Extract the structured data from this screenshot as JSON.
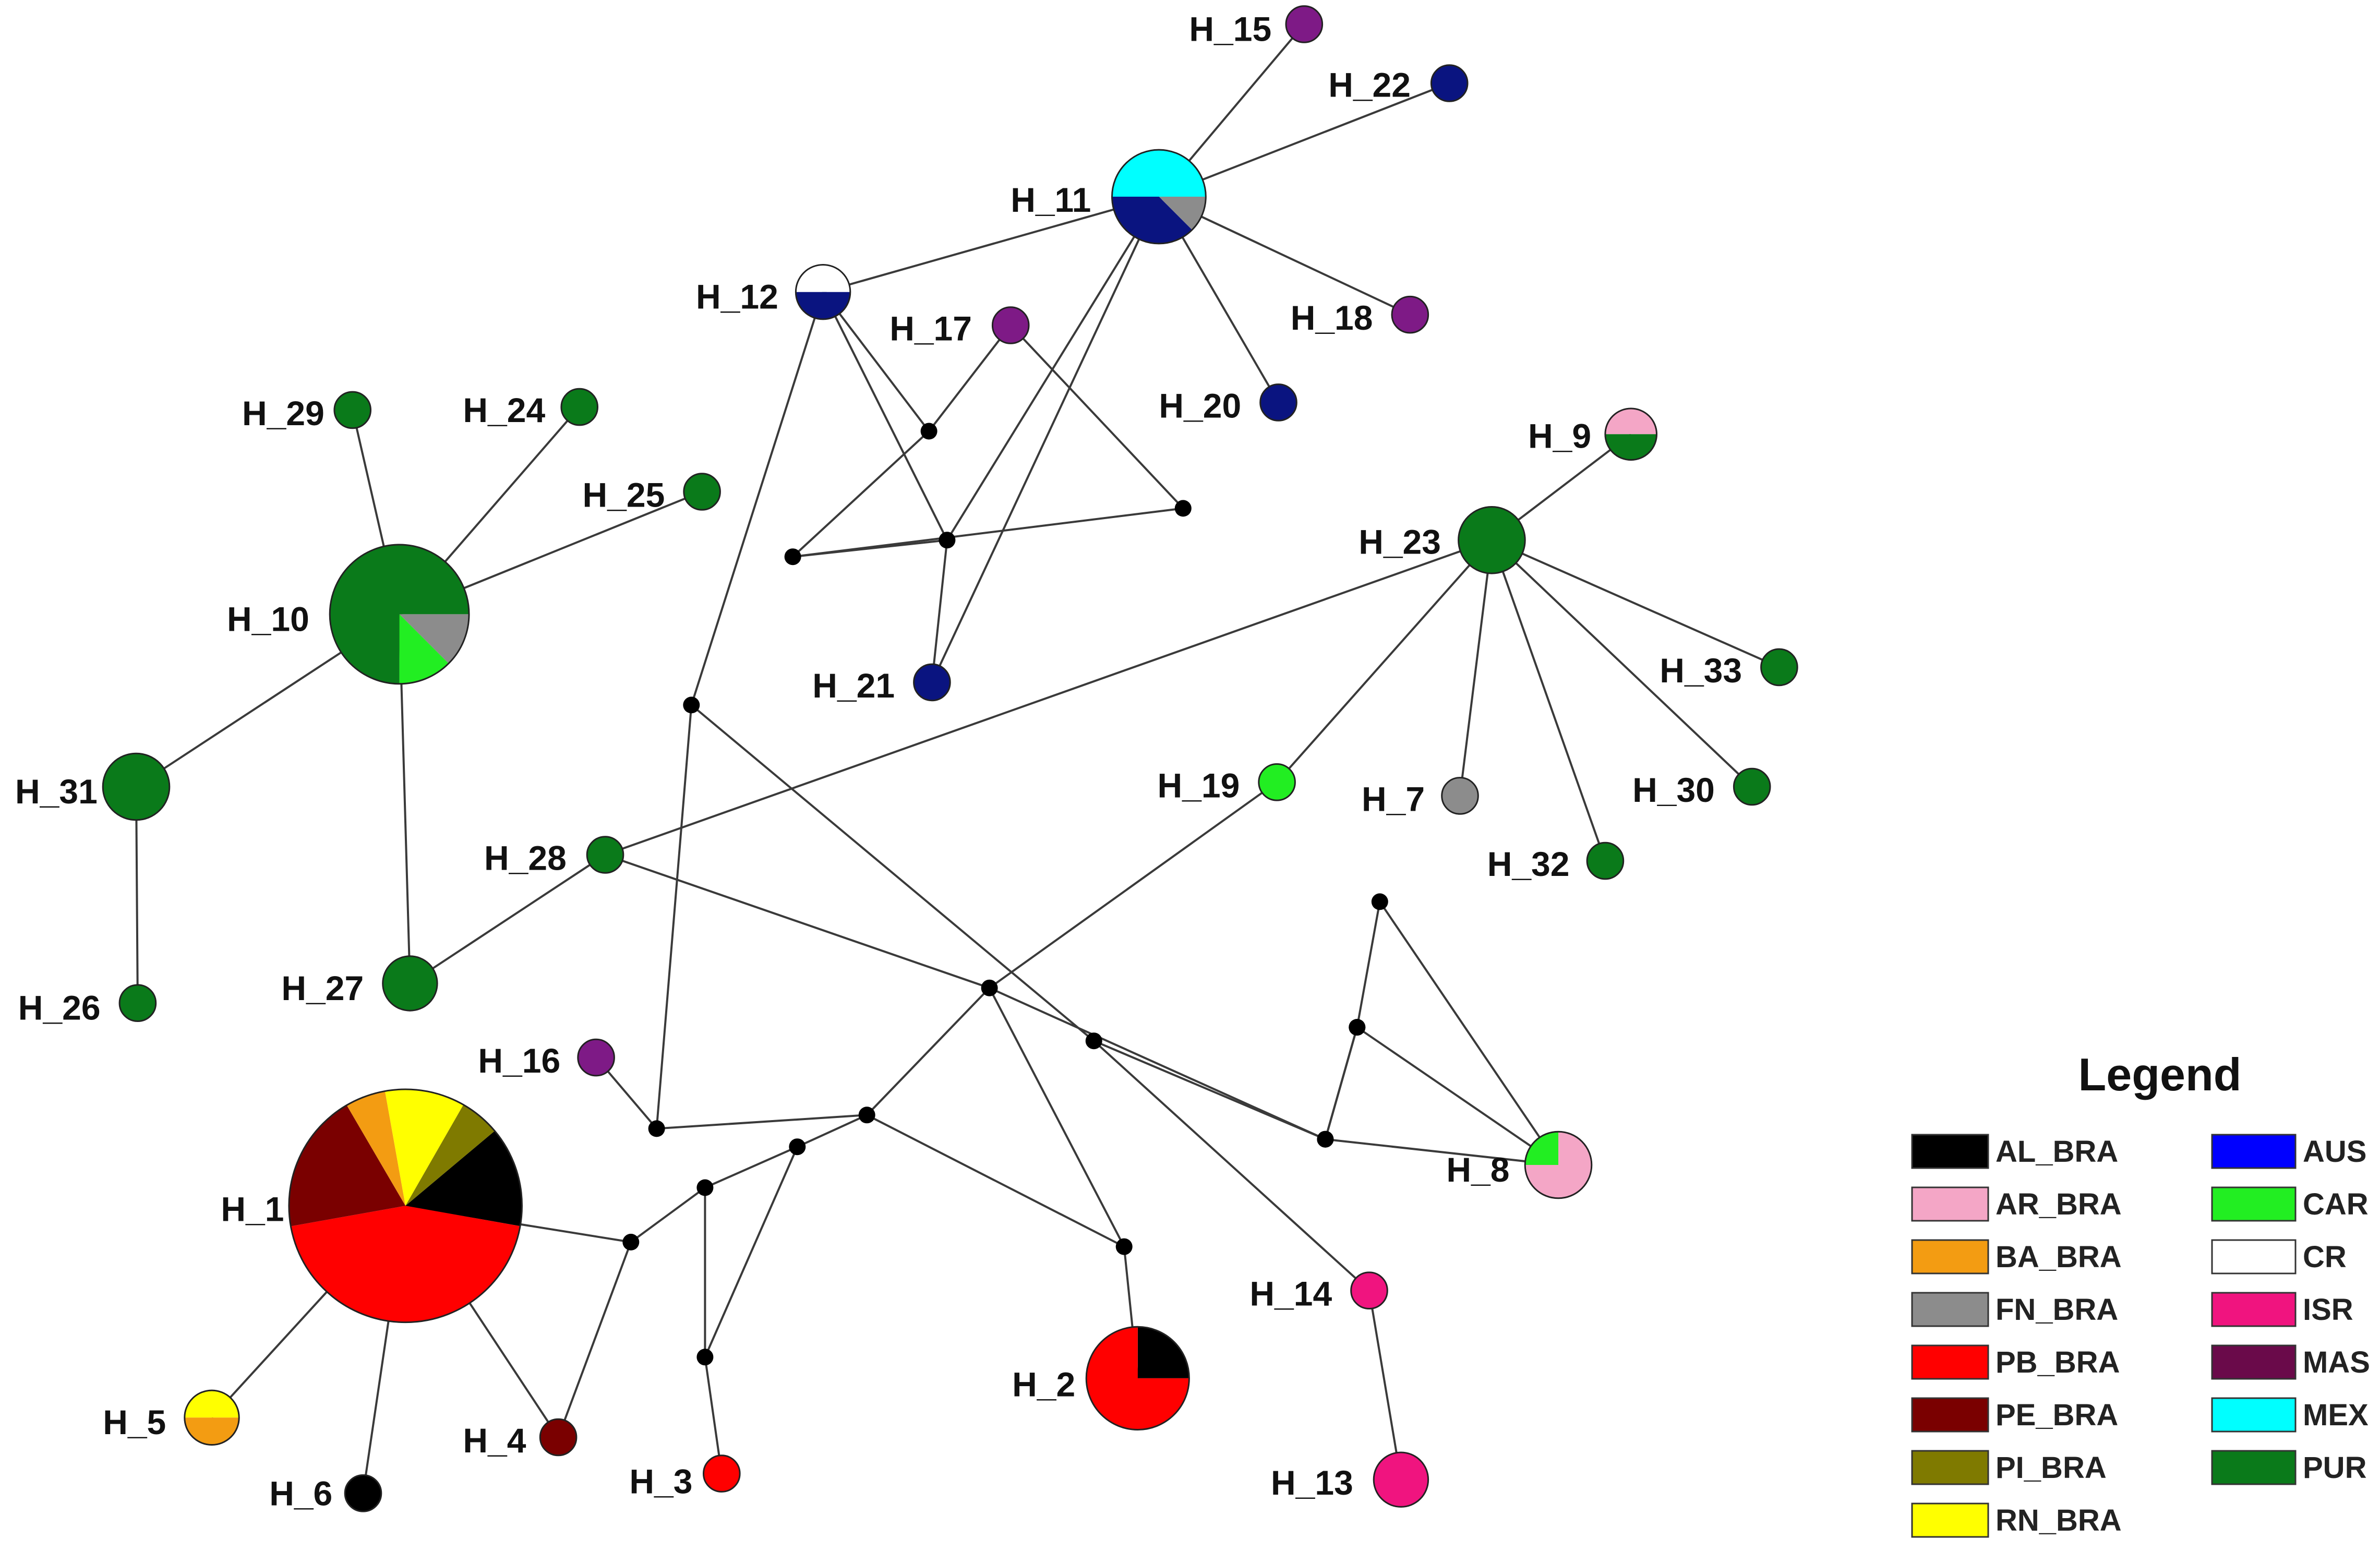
{
  "colors": {
    "AL_BRA": "#000000",
    "AR_BRA": "#f4a6c6",
    "BA_BRA": "#f39c12",
    "FN_BRA": "#8c8c8c",
    "PB_BRA": "#ff0000",
    "PE_BRA": "#7a0000",
    "PI_BRA": "#7f7a00",
    "RN_BRA": "#ffff00",
    "AUS": "#0000ff",
    "CAR": "#22ee22",
    "CR": "#ffffff",
    "ISR": "#f0147f",
    "MAS": "#6a0a4a",
    "MEX": "#00ffff",
    "PUR": "#0a7a1a",
    "H17_purple": "#7e1a86",
    "navy": "#0a1480"
  },
  "legend": {
    "title": "Legend",
    "items": [
      {
        "label": "AL_BRA",
        "color": "#000000"
      },
      {
        "label": "AR_BRA",
        "color": "#f4a6c6"
      },
      {
        "label": "BA_BRA",
        "color": "#f39c12"
      },
      {
        "label": "FN_BRA",
        "color": "#8c8c8c"
      },
      {
        "label": "PB_BRA",
        "color": "#ff0000"
      },
      {
        "label": "PE_BRA",
        "color": "#7a0000"
      },
      {
        "label": "PI_BRA",
        "color": "#7f7a00"
      },
      {
        "label": "RN_BRA",
        "color": "#ffff00"
      },
      {
        "label": "AUS",
        "color": "#0000ff"
      },
      {
        "label": "CAR",
        "color": "#22ee22"
      },
      {
        "label": "CR",
        "color": "#ffffff"
      },
      {
        "label": "ISR",
        "color": "#f0147f"
      },
      {
        "label": "MAS",
        "color": "#6a0a4a"
      },
      {
        "label": "MEX",
        "color": "#00ffff"
      },
      {
        "label": "PUR",
        "color": "#0a7a1a"
      }
    ]
  },
  "haplotypes": [
    {
      "id": "H_1",
      "label": "H_1",
      "slices": [
        {
          "group": "AL_BRA",
          "fraction": 0.139
        },
        {
          "group": "PB_BRA",
          "fraction": 0.444
        },
        {
          "group": "PE_BRA",
          "fraction": 0.194
        },
        {
          "group": "BA_BRA",
          "fraction": 0.056
        },
        {
          "group": "RN_BRA",
          "fraction": 0.111
        },
        {
          "group": "PI_BRA",
          "fraction": 0.056
        }
      ]
    },
    {
      "id": "H_2",
      "label": "H_2",
      "slices": [
        {
          "group": "AL_BRA",
          "fraction": 0.25
        },
        {
          "group": "PB_BRA",
          "fraction": 0.75
        }
      ]
    },
    {
      "id": "H_3",
      "label": "H_3",
      "slices": [
        {
          "group": "PB_BRA",
          "fraction": 1
        }
      ]
    },
    {
      "id": "H_4",
      "label": "H_4",
      "slices": [
        {
          "group": "PE_BRA",
          "fraction": 1
        }
      ]
    },
    {
      "id": "H_5",
      "label": "H_5",
      "slices": [
        {
          "group": "RN_BRA",
          "fraction": 0.5
        },
        {
          "group": "BA_BRA",
          "fraction": 0.5
        }
      ]
    },
    {
      "id": "H_6",
      "label": "H_6",
      "slices": [
        {
          "group": "AL_BRA",
          "fraction": 1
        }
      ]
    },
    {
      "id": "H_7",
      "label": "H_7",
      "slices": [
        {
          "group": "FN_BRA",
          "fraction": 1
        }
      ]
    },
    {
      "id": "H_8",
      "label": "H_8",
      "slices": [
        {
          "group": "AR_BRA",
          "fraction": 0.75
        },
        {
          "group": "CAR",
          "fraction": 0.25
        }
      ]
    },
    {
      "id": "H_9",
      "label": "H_9",
      "slices": [
        {
          "group": "AR_BRA",
          "fraction": 0.5
        },
        {
          "group": "PUR",
          "fraction": 0.5
        }
      ]
    },
    {
      "id": "H_10",
      "label": "H_10",
      "slices": [
        {
          "group": "PUR",
          "fraction": 0.75
        },
        {
          "group": "FN_BRA",
          "fraction": 0.125
        },
        {
          "group": "CAR",
          "fraction": 0.125
        }
      ]
    },
    {
      "id": "H_11",
      "label": "H_11",
      "slices": [
        {
          "group": "MEX",
          "fraction": 0.5
        },
        {
          "group": "FN_BRA",
          "fraction": 0.125
        },
        {
          "group": "navy",
          "fraction": 0.375
        }
      ]
    },
    {
      "id": "H_12",
      "label": "H_12",
      "slices": [
        {
          "group": "CR",
          "fraction": 0.5
        },
        {
          "group": "navy",
          "fraction": 0.5
        }
      ]
    },
    {
      "id": "H_13",
      "label": "H_13",
      "slices": [
        {
          "group": "ISR",
          "fraction": 1
        }
      ]
    },
    {
      "id": "H_14",
      "label": "H_14",
      "slices": [
        {
          "group": "ISR",
          "fraction": 1
        }
      ]
    },
    {
      "id": "H_15",
      "label": "H_15",
      "slices": [
        {
          "group": "H17_purple",
          "fraction": 1
        }
      ]
    },
    {
      "id": "H_16",
      "label": "H_16",
      "slices": [
        {
          "group": "H17_purple",
          "fraction": 1
        }
      ]
    },
    {
      "id": "H_17",
      "label": "H_17",
      "slices": [
        {
          "group": "H17_purple",
          "fraction": 1
        }
      ]
    },
    {
      "id": "H_18",
      "label": "H_18",
      "slices": [
        {
          "group": "H17_purple",
          "fraction": 1
        }
      ]
    },
    {
      "id": "H_19",
      "label": "H_19",
      "slices": [
        {
          "group": "CAR",
          "fraction": 1
        }
      ]
    },
    {
      "id": "H_20",
      "label": "H_20",
      "slices": [
        {
          "group": "navy",
          "fraction": 1
        }
      ]
    },
    {
      "id": "H_21",
      "label": "H_21",
      "slices": [
        {
          "group": "navy",
          "fraction": 1
        }
      ]
    },
    {
      "id": "H_22",
      "label": "H_22",
      "slices": [
        {
          "group": "navy",
          "fraction": 1
        }
      ]
    },
    {
      "id": "H_23",
      "label": "H_23",
      "slices": [
        {
          "group": "PUR",
          "fraction": 1
        }
      ]
    },
    {
      "id": "H_24",
      "label": "H_24",
      "slices": [
        {
          "group": "PUR",
          "fraction": 1
        }
      ]
    },
    {
      "id": "H_25",
      "label": "H_25",
      "slices": [
        {
          "group": "PUR",
          "fraction": 1
        }
      ]
    },
    {
      "id": "H_26",
      "label": "H_26",
      "slices": [
        {
          "group": "PUR",
          "fraction": 1
        }
      ]
    },
    {
      "id": "H_27",
      "label": "H_27",
      "slices": [
        {
          "group": "PUR",
          "fraction": 1
        }
      ]
    },
    {
      "id": "H_28",
      "label": "H_28",
      "slices": [
        {
          "group": "PUR",
          "fraction": 1
        }
      ]
    },
    {
      "id": "H_29",
      "label": "H_29",
      "slices": [
        {
          "group": "PUR",
          "fraction": 1
        }
      ]
    },
    {
      "id": "H_30",
      "label": "H_30",
      "slices": [
        {
          "group": "PUR",
          "fraction": 1
        }
      ]
    },
    {
      "id": "H_31",
      "label": "H_31",
      "slices": [
        {
          "group": "PUR",
          "fraction": 1
        }
      ]
    },
    {
      "id": "H_32",
      "label": "H_32",
      "slices": [
        {
          "group": "PUR",
          "fraction": 1
        }
      ]
    },
    {
      "id": "H_33",
      "label": "H_33",
      "slices": [
        {
          "group": "PUR",
          "fraction": 1
        }
      ]
    }
  ],
  "junctions": [
    "m1",
    "m2",
    "m3",
    "m4",
    "m5",
    "m6",
    "m7",
    "m8",
    "m9",
    "m10",
    "m11",
    "m12",
    "m13",
    "m14",
    "m15",
    "m16",
    "m17",
    "m18",
    "m19"
  ],
  "edges": [
    [
      "H_1",
      "m1"
    ],
    [
      "H_1",
      "H_5"
    ],
    [
      "H_1",
      "H_6"
    ],
    [
      "H_1",
      "H_4"
    ],
    [
      "m1",
      "H_4"
    ],
    [
      "m1",
      "m2"
    ],
    [
      "m2",
      "m3"
    ],
    [
      "m2",
      "m4"
    ],
    [
      "m3",
      "H_3"
    ],
    [
      "m3",
      "m4"
    ],
    [
      "m4",
      "m5"
    ],
    [
      "m5",
      "m6"
    ],
    [
      "m5",
      "m7"
    ],
    [
      "m5",
      "m8"
    ],
    [
      "m6",
      "m7"
    ],
    [
      "m6",
      "m9"
    ],
    [
      "m6",
      "H_19"
    ],
    [
      "m6",
      "H_28"
    ],
    [
      "m7",
      "H_2"
    ],
    [
      "m8",
      "m10"
    ],
    [
      "m8",
      "H_16"
    ],
    [
      "m10",
      "H_12"
    ],
    [
      "m10",
      "m11"
    ],
    [
      "m11",
      "m9"
    ],
    [
      "m11",
      "H_14"
    ],
    [
      "m9",
      "m12"
    ],
    [
      "m12",
      "H_8"
    ],
    [
      "m9",
      "H_8"
    ],
    [
      "H_14",
      "H_13"
    ],
    [
      "H_12",
      "H_11"
    ],
    [
      "H_12",
      "m13"
    ],
    [
      "H_12",
      "m15"
    ],
    [
      "m13",
      "m14"
    ],
    [
      "m14",
      "m15"
    ],
    [
      "m14",
      "m16"
    ],
    [
      "m13",
      "H_21"
    ],
    [
      "m13",
      "H_11"
    ],
    [
      "m16",
      "H_17"
    ],
    [
      "m15",
      "H_17"
    ],
    [
      "H_11",
      "H_15"
    ],
    [
      "H_11",
      "H_22"
    ],
    [
      "H_11",
      "H_18"
    ],
    [
      "H_11",
      "H_20"
    ],
    [
      "H_11",
      "H_21"
    ],
    [
      "H_28",
      "H_23"
    ],
    [
      "H_28",
      "H_27"
    ],
    [
      "H_27",
      "H_10"
    ],
    [
      "H_10",
      "H_29"
    ],
    [
      "H_10",
      "H_24"
    ],
    [
      "H_10",
      "H_25"
    ],
    [
      "H_10",
      "H_31"
    ],
    [
      "H_31",
      "H_26"
    ],
    [
      "H_23",
      "H_9"
    ],
    [
      "H_23",
      "H_19"
    ],
    [
      "H_23",
      "H_7"
    ],
    [
      "H_23",
      "H_32"
    ],
    [
      "H_23",
      "H_30"
    ],
    [
      "H_23",
      "H_33"
    ]
  ]
}
